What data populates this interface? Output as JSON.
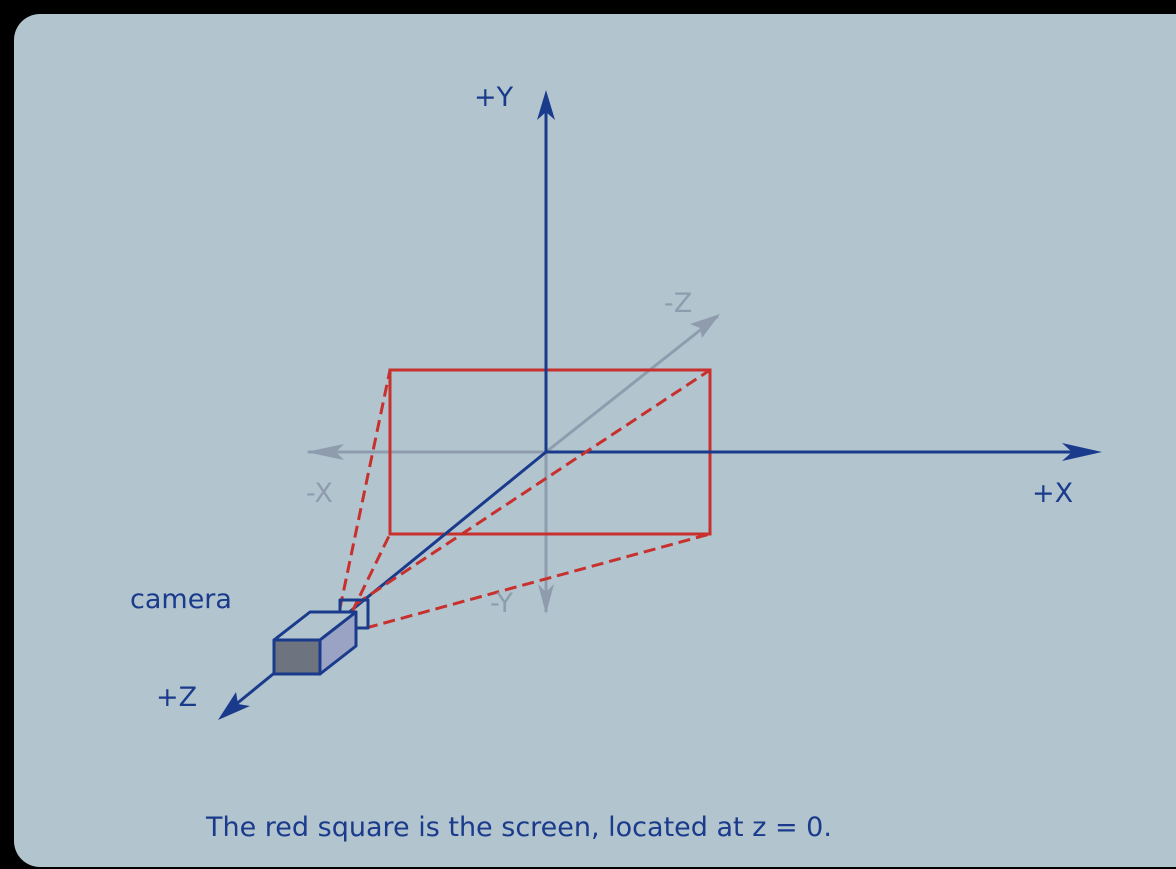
{
  "diagram": {
    "axes": {
      "pos_y": "+Y",
      "pos_x": "+X",
      "pos_z": "+Z",
      "neg_x": "-X",
      "neg_y": "-Y",
      "neg_z": "-Z"
    },
    "camera_label": "camera",
    "caption": "The red square is the screen, located at z = 0."
  },
  "colors": {
    "background": "#b2c5cf",
    "frame": "#000000",
    "axis_positive": "#1a3a8c",
    "axis_negative": "#8e9cae",
    "screen": "#c8302e",
    "camera_face": "#6e7380",
    "camera_side": "#9aa3c4"
  }
}
